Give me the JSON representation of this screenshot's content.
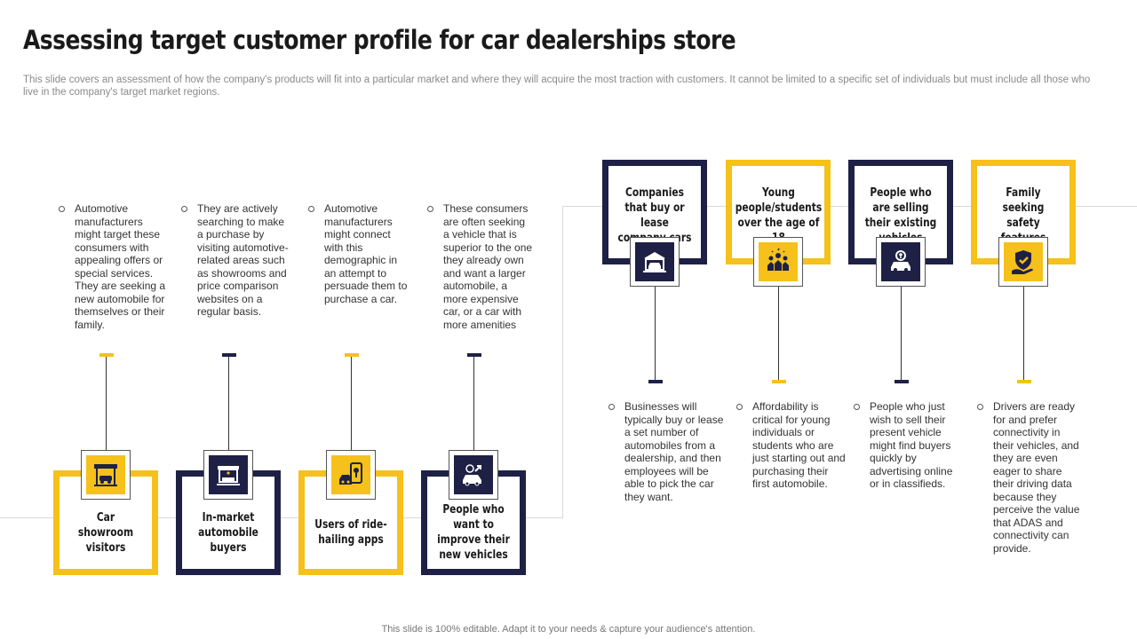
{
  "title": "Assessing target customer profile for car dealerships store",
  "subtitle": "This slide covers an assessment of how the company's products will fit into a particular market and where they will acquire the most traction with customers. It cannot be limited to a specific set of individuals but must include all those who live in  the company's target market regions.",
  "colors": {
    "yellow": "#F5C11A",
    "navy": "#1E2145"
  },
  "bottom_profiles": [
    {
      "label": "Car showroom visitors",
      "icon": "showroom-icon",
      "accent": "yellow",
      "description": "Automotive manufacturers might target these consumers with appealing offers or special services. They are seeking a new automobile for themselves or their family."
    },
    {
      "label": "In-market automobile buyers",
      "icon": "car-dealer-icon",
      "accent": "navy",
      "description": "They are actively searching to make a purchase by visiting automotive-related areas such as showrooms and price comparison websites on a regular basis."
    },
    {
      "label": "Users of ride-hailing apps",
      "icon": "ride-app-icon",
      "accent": "yellow",
      "description": "Automotive manufacturers might connect with this demographic in an attempt to persuade them to purchase a car."
    },
    {
      "label": "People who want to improve their new vehicles",
      "icon": "car-upgrade-icon",
      "accent": "navy",
      "description": "These consumers are often seeking a vehicle that is superior to the one they already own and want a larger automobile, a more expensive car, or a car with more amenities"
    }
  ],
  "top_profiles": [
    {
      "label": "Companies that buy or lease company cars",
      "icon": "fleet-icon",
      "accent": "navy",
      "description": "Businesses will typically buy or lease a set number of automobiles from a dealership, and then employees will be able to pick the car they want."
    },
    {
      "label": "Young people/students over the age of 18",
      "icon": "young-people-icon",
      "accent": "yellow",
      "description": "Affordability is critical for young individuals or students who are just starting out and purchasing their first automobile."
    },
    {
      "label": "People who are selling their existing vehicles",
      "icon": "car-sale-icon",
      "accent": "navy",
      "description": "People who just wish to sell their present vehicle might find buyers quickly by advertising online or in classifieds."
    },
    {
      "label": "Family seeking safety features",
      "icon": "safety-shield-icon",
      "accent": "yellow",
      "description": "Drivers are ready for and prefer connectivity in their vehicles, and they are even eager to share their driving data because they perceive the value that ADAS and connectivity can provide."
    }
  ],
  "footer": "This slide is 100% editable.  Adapt it to your needs & capture your audience's attention."
}
